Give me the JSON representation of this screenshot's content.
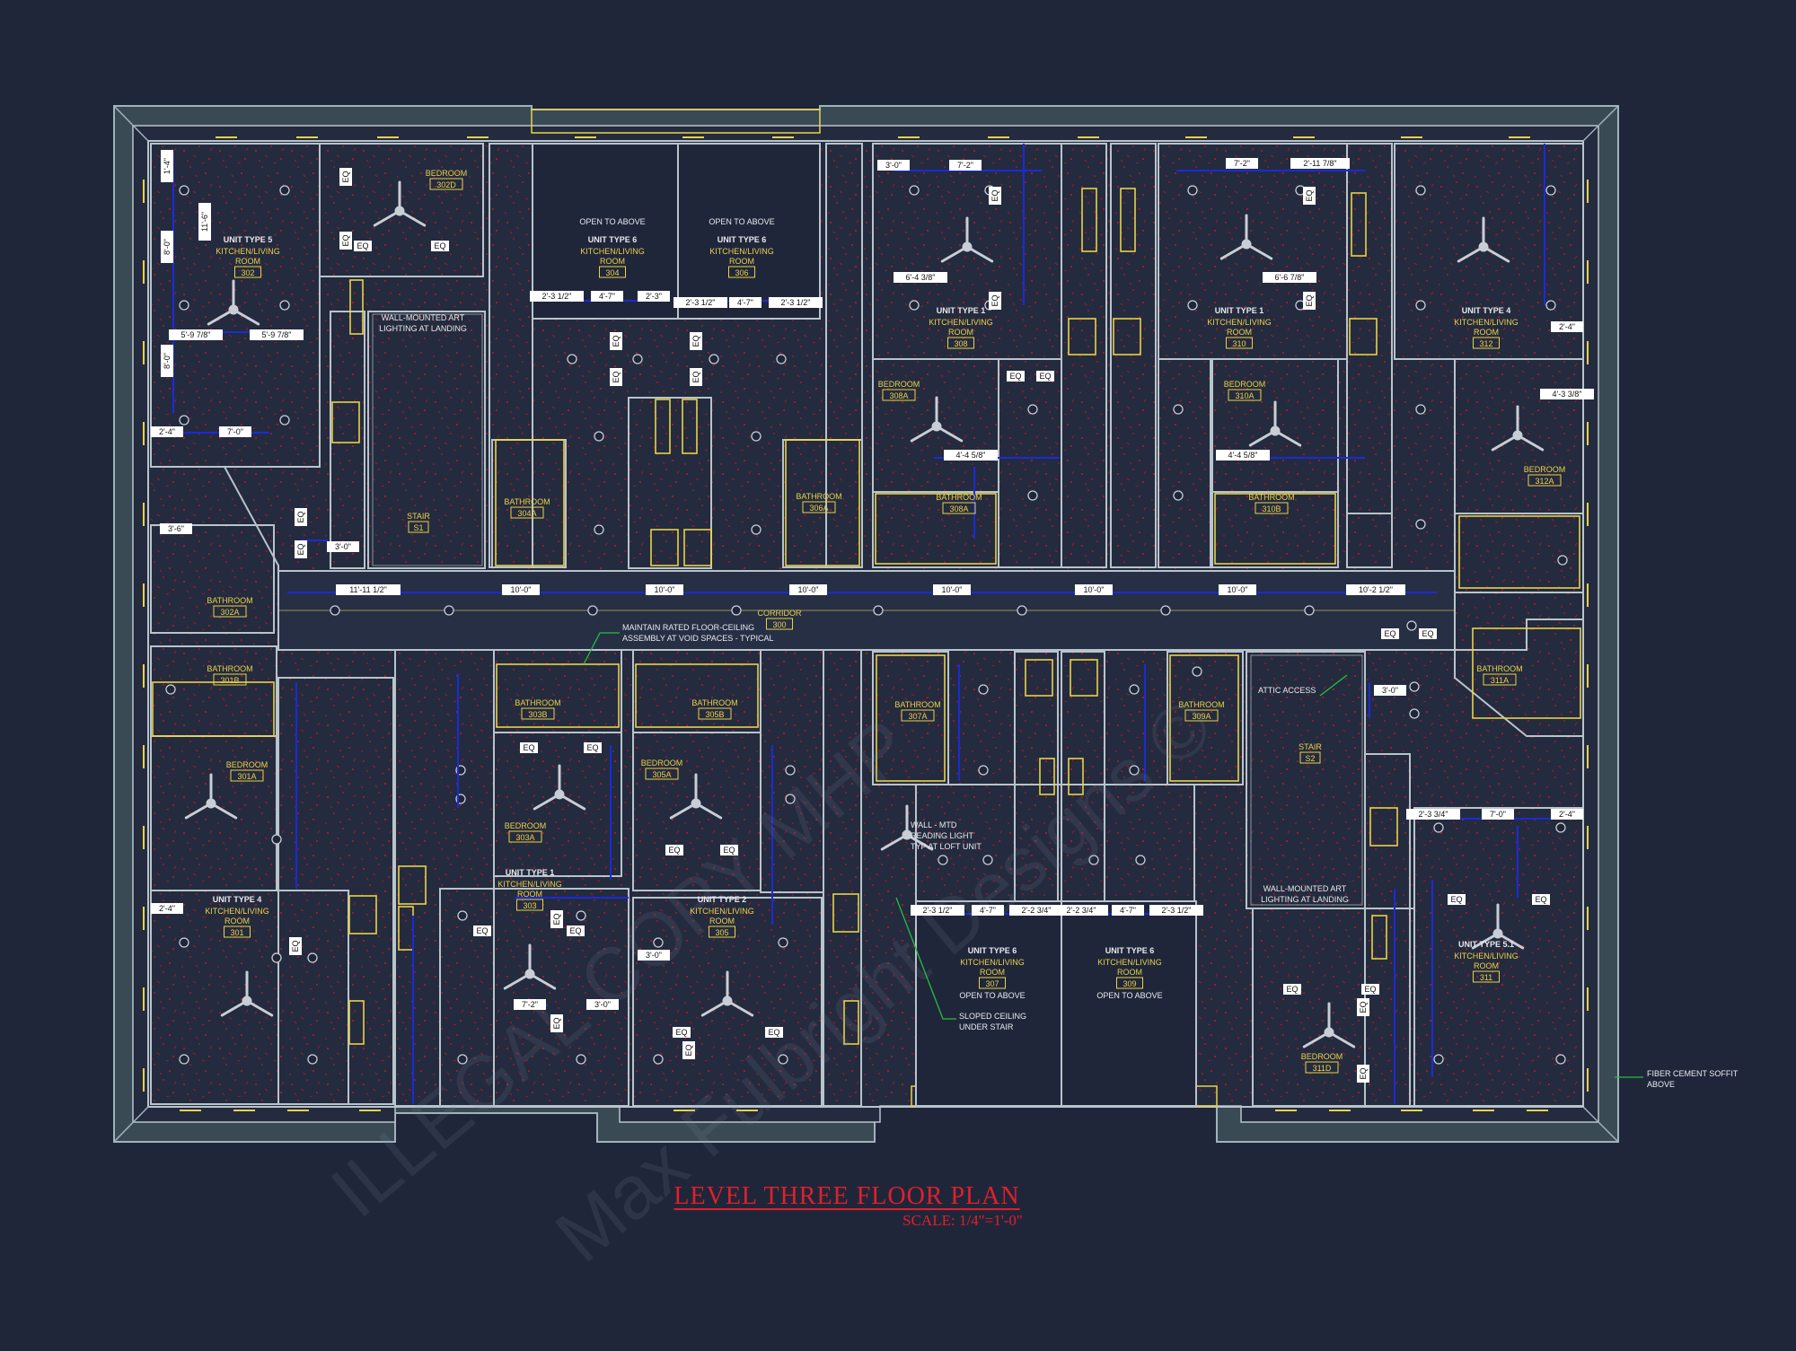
{
  "drawing": {
    "title": "LEVEL THREE FLOOR PLAN",
    "scale": "SCALE: 1/4\"=1'-0\"",
    "watermark_lines": [
      "ILLEGAL COPY MHP",
      "Max Fulbright Designs ©"
    ],
    "colors": {
      "background": "#20263a",
      "wall": "#b8c4cc",
      "outer_wall": "#9fb3bb",
      "dimension": "#1a2bd8",
      "label_yellow": "#e8d24a",
      "label_white": "#e8eaee",
      "title_red": "#e0202a",
      "sprinkler_red": "#c01828",
      "leader_green": "#22c040"
    }
  },
  "rooms": [
    {
      "id": "r-302",
      "unit": "UNIT TYPE 5",
      "name": "KITCHEN/LIVING ROOM",
      "number": "302"
    },
    {
      "id": "r-302d",
      "unit": "",
      "name": "BEDROOM",
      "number": "302D"
    },
    {
      "id": "r-304",
      "unit": "UNIT TYPE 6",
      "name": "KITCHEN/LIVING ROOM",
      "number": "304",
      "note": "OPEN TO ABOVE"
    },
    {
      "id": "r-306",
      "unit": "UNIT TYPE 6",
      "name": "KITCHEN/LIVING ROOM",
      "number": "306",
      "note": "OPEN TO ABOVE"
    },
    {
      "id": "r-308",
      "unit": "UNIT TYPE 1",
      "name": "KITCHEN/LIVING ROOM",
      "number": "308"
    },
    {
      "id": "r-310",
      "unit": "UNIT TYPE 1",
      "name": "KITCHEN/LIVING ROOM",
      "number": "310"
    },
    {
      "id": "r-312",
      "unit": "UNIT TYPE 4",
      "name": "KITCHEN/LIVING ROOM",
      "number": "312"
    },
    {
      "id": "r-308a",
      "unit": "",
      "name": "BEDROOM",
      "number": "308A"
    },
    {
      "id": "r-310a",
      "unit": "",
      "name": "BEDROOM",
      "number": "310A"
    },
    {
      "id": "r-312a",
      "unit": "",
      "name": "BEDROOM",
      "number": "312A"
    },
    {
      "id": "r-304a",
      "unit": "",
      "name": "BATHROOM",
      "number": "304A"
    },
    {
      "id": "r-306a",
      "unit": "",
      "name": "BATHROOM",
      "number": "306A"
    },
    {
      "id": "r-308b",
      "unit": "",
      "name": "BATHROOM",
      "number": "308A"
    },
    {
      "id": "r-310b",
      "unit": "",
      "name": "BATHROOM",
      "number": "310B"
    },
    {
      "id": "r-s1",
      "unit": "",
      "name": "STAIR",
      "number": "S1"
    },
    {
      "id": "r-302a",
      "unit": "",
      "name": "BATHROOM",
      "number": "302A"
    },
    {
      "id": "r-300",
      "unit": "",
      "name": "CORRIDOR",
      "number": "300"
    },
    {
      "id": "r-301b",
      "unit": "",
      "name": "BATHROOM",
      "number": "301B"
    },
    {
      "id": "r-301a",
      "unit": "",
      "name": "BEDROOM",
      "number": "301A"
    },
    {
      "id": "r-301",
      "unit": "UNIT TYPE 4",
      "name": "KITCHEN/LIVING ROOM",
      "number": "301"
    },
    {
      "id": "r-303b",
      "unit": "",
      "name": "BATHROOM",
      "number": "303B"
    },
    {
      "id": "r-305b",
      "unit": "",
      "name": "BATHROOM",
      "number": "305B"
    },
    {
      "id": "r-303a",
      "unit": "",
      "name": "BEDROOM",
      "number": "303A"
    },
    {
      "id": "r-305a",
      "unit": "",
      "name": "BEDROOM",
      "number": "305A"
    },
    {
      "id": "r-303",
      "unit": "UNIT TYPE 1",
      "name": "KITCHEN/LIVING ROOM",
      "number": "303"
    },
    {
      "id": "r-305",
      "unit": "UNIT TYPE 2",
      "name": "KITCHEN/LIVING ROOM",
      "number": "305"
    },
    {
      "id": "r-307a",
      "unit": "",
      "name": "BATHROOM",
      "number": "307A"
    },
    {
      "id": "r-309a",
      "unit": "",
      "name": "BATHROOM",
      "number": "309A"
    },
    {
      "id": "r-307",
      "unit": "UNIT TYPE 6",
      "name": "KITCHEN/LIVING ROOM",
      "number": "307",
      "note": "OPEN TO ABOVE"
    },
    {
      "id": "r-309",
      "unit": "UNIT TYPE 6",
      "name": "KITCHEN/LIVING ROOM",
      "number": "309",
      "note": "OPEN TO ABOVE"
    },
    {
      "id": "r-s2",
      "unit": "",
      "name": "STAIR",
      "number": "S2"
    },
    {
      "id": "r-311a",
      "unit": "",
      "name": "BATHROOM",
      "number": "311A"
    },
    {
      "id": "r-311",
      "unit": "UNIT TYPE 5.1",
      "name": "KITCHEN/LIVING ROOM",
      "number": "311"
    },
    {
      "id": "r-311d",
      "unit": "",
      "name": "BEDROOM",
      "number": "311D"
    }
  ],
  "notes": [
    {
      "id": "n-art1",
      "lines": [
        "WALL-MOUNTED ART",
        "LIGHTING AT LANDING"
      ]
    },
    {
      "id": "n-art2",
      "lines": [
        "WALL-MOUNTED ART",
        "LIGHTING AT LANDING"
      ]
    },
    {
      "id": "n-rated",
      "lines": [
        "MAINTAIN RATED FLOOR-CEILING",
        "ASSEMBLY AT VOID SPACES - TYPICAL"
      ]
    },
    {
      "id": "n-attic",
      "lines": [
        "ATTIC ACCESS"
      ]
    },
    {
      "id": "n-reading",
      "lines": [
        "WALL - MTD",
        "READING LIGHT",
        "TYP AT LOFT UNIT"
      ]
    },
    {
      "id": "n-sloped",
      "lines": [
        "SLOPED CEILING",
        "UNDER STAIR"
      ]
    },
    {
      "id": "n-soffit",
      "lines": [
        "FIBER CEMENT SOFFIT",
        "ABOVE"
      ]
    }
  ],
  "dimensions": [
    {
      "id": "d1",
      "text": "1'-4\""
    },
    {
      "id": "d2",
      "text": "11'-6\""
    },
    {
      "id": "d3",
      "text": "8'-0\""
    },
    {
      "id": "d4",
      "text": "5'-9 7/8\""
    },
    {
      "id": "d5",
      "text": "5'-9 7/8\""
    },
    {
      "id": "d6",
      "text": "8'-0\""
    },
    {
      "id": "d7",
      "text": "2'-4\""
    },
    {
      "id": "d8",
      "text": "7'-0\""
    },
    {
      "id": "d9",
      "text": "3'-6\""
    },
    {
      "id": "d10",
      "text": "3'-0\""
    },
    {
      "id": "d11",
      "text": "2'-3 1/2\""
    },
    {
      "id": "d12",
      "text": "4'-7\""
    },
    {
      "id": "d13",
      "text": "2'-3\""
    },
    {
      "id": "d14",
      "text": "2'-3 1/2\""
    },
    {
      "id": "d15",
      "text": "4'-7\""
    },
    {
      "id": "d16",
      "text": "2'-3 1/2\""
    },
    {
      "id": "d17",
      "text": "3'-0\""
    },
    {
      "id": "d18",
      "text": "7'-2\""
    },
    {
      "id": "d19",
      "text": "6'-4 3/8\""
    },
    {
      "id": "d20",
      "text": "7'-2\""
    },
    {
      "id": "d21",
      "text": "2'-11 7/8\""
    },
    {
      "id": "d22",
      "text": "6'-6 7/8\""
    },
    {
      "id": "d23",
      "text": "4'-4 5/8\""
    },
    {
      "id": "d24",
      "text": "4'-4 5/8\""
    },
    {
      "id": "d25",
      "text": "4'-3 3/8\""
    },
    {
      "id": "d26",
      "text": "2'-4\""
    },
    {
      "id": "d27",
      "text": "11'-11 1/2\""
    },
    {
      "id": "d28",
      "text": "10'-0\""
    },
    {
      "id": "d29",
      "text": "10'-0\""
    },
    {
      "id": "d30",
      "text": "10'-0\""
    },
    {
      "id": "d31",
      "text": "10'-0\""
    },
    {
      "id": "d32",
      "text": "10'-0\""
    },
    {
      "id": "d33",
      "text": "10'-0\""
    },
    {
      "id": "d34",
      "text": "10'-2 1/2\""
    },
    {
      "id": "d35",
      "text": "2'-4\""
    },
    {
      "id": "d36",
      "text": "3'-0\""
    },
    {
      "id": "d37",
      "text": "7'-2\""
    },
    {
      "id": "d38",
      "text": "3'-0\""
    },
    {
      "id": "d39",
      "text": "2'-3 1/2\""
    },
    {
      "id": "d40",
      "text": "4'-7\""
    },
    {
      "id": "d41",
      "text": "2'-2 3/4\""
    },
    {
      "id": "d42",
      "text": "2'-2 3/4\""
    },
    {
      "id": "d43",
      "text": "4'-7\""
    },
    {
      "id": "d44",
      "text": "2'-3 1/2\""
    },
    {
      "id": "d45",
      "text": "3'-0\""
    },
    {
      "id": "d46",
      "text": "2'-3 3/4\""
    },
    {
      "id": "d47",
      "text": "7'-0\""
    },
    {
      "id": "d48",
      "text": "2'-4\""
    }
  ],
  "eq_label": "EQ"
}
